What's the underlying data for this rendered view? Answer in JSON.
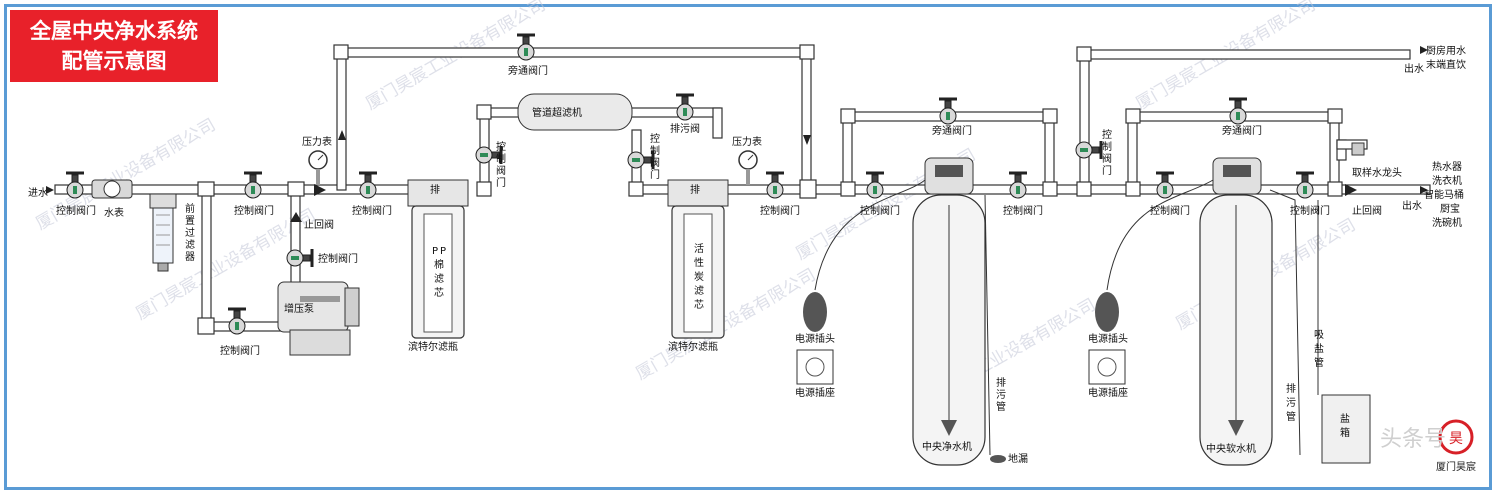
{
  "title": {
    "line1": "全屋中央净水系统",
    "line2": "配管示意图"
  },
  "colors": {
    "title_bg": "#e8212a",
    "frame": "#5a9bd5",
    "valve_green": "#2e8b57",
    "logo_red": "#d72027"
  },
  "labels": {
    "inlet": "进水",
    "inlet_valve": "控制阀门",
    "water_meter": "水表",
    "prefilter_chars": [
      "前",
      "置",
      "过",
      "滤",
      "器"
    ],
    "valve_a": "控制阀门",
    "check_valve_a": "止回阀",
    "valve_pump_up": "控制阀门",
    "valve_pump_in": "控制阀门",
    "booster_pump": "增压泵",
    "pressure_gauge_1": "压力表",
    "valve_b": "控制阀门",
    "bypass_1": "旁通阀门",
    "pp_filter_chars": [
      "P",
      "P",
      "棉",
      "滤",
      "芯"
    ],
    "housing_1": "滨特尔滤瓶",
    "drain_mark": "排",
    "uf_unit": "管道超滤机",
    "drain_valve": "排污阀",
    "ctrl_valve_v1_chars": [
      "控",
      "制",
      "阀",
      "门"
    ],
    "ctrl_valve_v2_chars": [
      "控",
      "制",
      "阀",
      "门"
    ],
    "carbon_filter_chars": [
      "活",
      "性",
      "炭",
      "滤",
      "芯"
    ],
    "housing_2": "滨特尔滤瓶",
    "pressure_gauge_2": "压力表",
    "valve_c": "控制阀门",
    "valve_d": "控制阀门",
    "bypass_2": "旁通阀门",
    "valve_e": "控制阀门",
    "power_plug_1": "电源插头",
    "power_socket_1": "电源插座",
    "central_purifier": "中央净水机",
    "drain_pipe_chars": [
      "排",
      "污",
      "管"
    ],
    "floor_drain": "地漏",
    "ctrl_valve_v3_chars": [
      "控",
      "制",
      "阀",
      "门"
    ],
    "valve_f": "控制阀门",
    "bypass_3": "旁通阀门",
    "valve_g": "控制阀门",
    "check_valve_b": "止回阀",
    "outlet": "出水",
    "sampling_tap": "取样水龙头",
    "kitchen_outlet_1": "厨房用水",
    "kitchen_outlet_2": "末端直饮",
    "kitchen_outlet_label": "出水",
    "power_plug_2": "电源插头",
    "power_socket_2": "电源插座",
    "softener": "中央软水机",
    "drain_pipe_2_chars": [
      "排",
      "污",
      "管"
    ],
    "brine_pipe_chars": [
      "吸",
      "盐",
      "管"
    ],
    "salt_tank_chars": [
      "盐",
      "箱"
    ],
    "end_uses": [
      "热水器",
      "洗衣机",
      "智能马桶",
      "厨宝",
      "洗碗机"
    ],
    "logo": "厦门昊宸"
  },
  "watermarks": [
    "厦门昊宸工业设备有限公司",
    "厦门昊宸工业设备有限公司",
    "厦门昊宸工业设备有限公司",
    "厦门昊宸工业设备有限公司",
    "厦门昊宸工业设备有限公司",
    "厦门昊宸工业设备有限公司",
    "厦门昊宸工业设备有限公司",
    "厦门昊宸工业设备有限公司"
  ],
  "source_mark": "头条号"
}
